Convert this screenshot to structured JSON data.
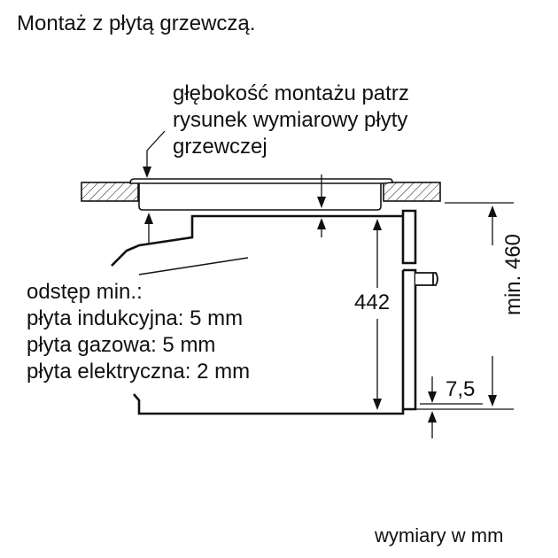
{
  "title": "Montaż z płytą grzewczą.",
  "hob_depth_note": {
    "lines": [
      "głębokość montażu patrz",
      "rysunek wymiarowy płyty",
      "grzewczej"
    ]
  },
  "clearance_note": {
    "heading": "odstęp min.:",
    "items": [
      "płyta indukcyjna: 5 mm",
      "płyta gazowa: 5 mm",
      "płyta elektryczna: 2 mm"
    ]
  },
  "dimensions": {
    "appliance_height": "442",
    "min_niche_height": "min. 460",
    "bottom_offset": "7,5"
  },
  "units_note": "wymiary w mm",
  "colors": {
    "line": "#111111",
    "background": "#ffffff"
  }
}
